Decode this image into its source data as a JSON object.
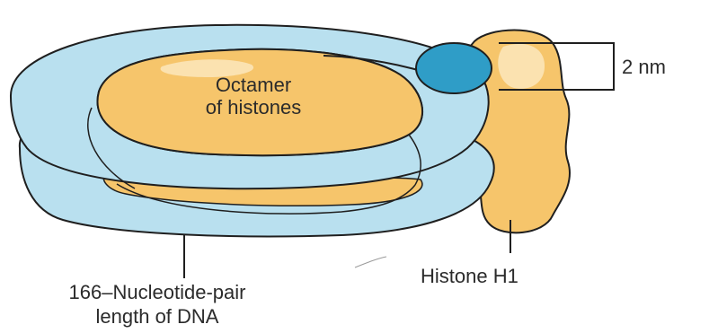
{
  "labels": {
    "octamer_line1": "Octamer",
    "octamer_line2": "of histones",
    "scale": "2 nm",
    "histone_h1": "Histone H1",
    "dna_line1": "166–Nucleotide-pair",
    "dna_line2": "length of DNA"
  },
  "colors": {
    "dna_fill": "#b9e0ef",
    "histone_fill": "#f6c56b",
    "histone_highlight": "#fbe2b0",
    "dna_end_fill": "#2f9dc7",
    "outline": "#1f1f1f"
  }
}
